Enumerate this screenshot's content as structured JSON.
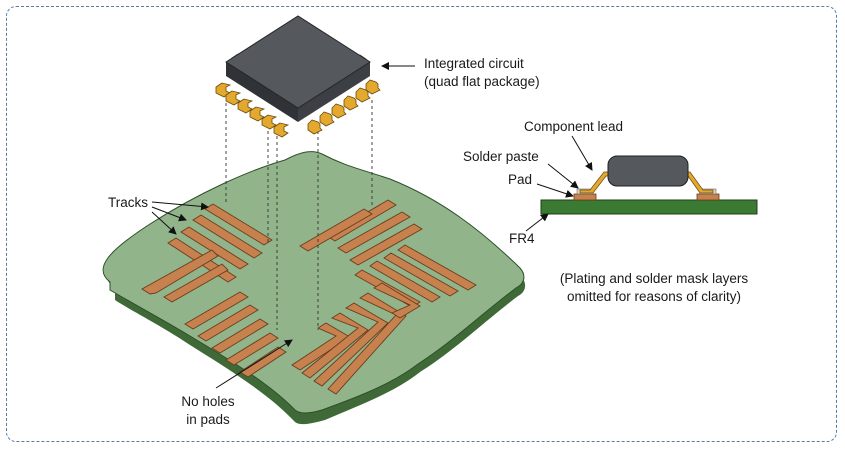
{
  "labels": {
    "ic_line1": "Integrated circuit",
    "ic_line2": "(quad flat package)",
    "tracks": "Tracks",
    "no_holes_line1": "No holes",
    "no_holes_line2": "in pads",
    "component_lead": "Component lead",
    "solder_paste": "Solder paste",
    "pad": "Pad",
    "fr4": "FR4",
    "note_line1": "(Plating and solder mask layers",
    "note_line2": "omitted for reasons of clarity)"
  },
  "colors": {
    "frame": "#4f7fa8",
    "board_top": "#91b48b",
    "board_edge": "#3f6a37",
    "copper": "#c7814f",
    "ic_body": "#55585d",
    "ic_leads": "#e2a92e",
    "fr4": "#3b7a32"
  }
}
